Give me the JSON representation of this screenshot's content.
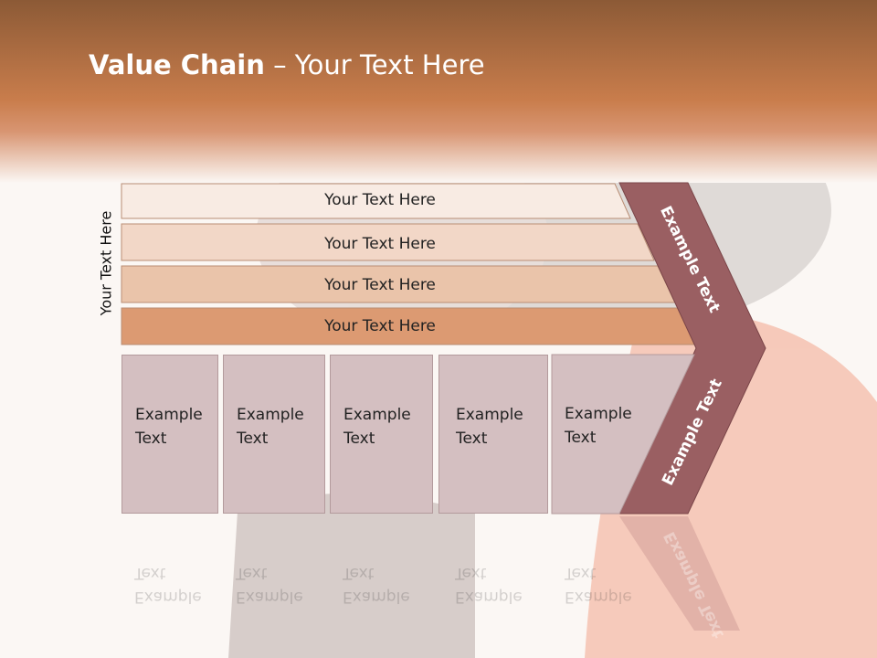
{
  "slide": {
    "title_bold": "Value Chain",
    "title_rest": " – Your Text Here",
    "side_label": "Your Text Here"
  },
  "stages": [
    {
      "label": "Your Text Here",
      "color": "#f8ebe3"
    },
    {
      "label": "Your Text Here",
      "color": "#f2d7c7"
    },
    {
      "label": "Your Text Here",
      "color": "#eac4aa"
    },
    {
      "label": "Your Text Here",
      "color": "#dc9a72"
    }
  ],
  "cards": [
    {
      "line1": "Example",
      "line2": "Text"
    },
    {
      "line1": "Example",
      "line2": "Text"
    },
    {
      "line1": "Example",
      "line2": "Text"
    },
    {
      "line1": "Example",
      "line2": "Text"
    },
    {
      "line1": "Example",
      "line2": "Text"
    }
  ],
  "chevron": {
    "upper_label": "Example Text",
    "lower_label": "Example Text",
    "color": "#9a5f62"
  },
  "colors": {
    "header_top": "#8c5a36",
    "header_mid": "#c97d4c"
  }
}
